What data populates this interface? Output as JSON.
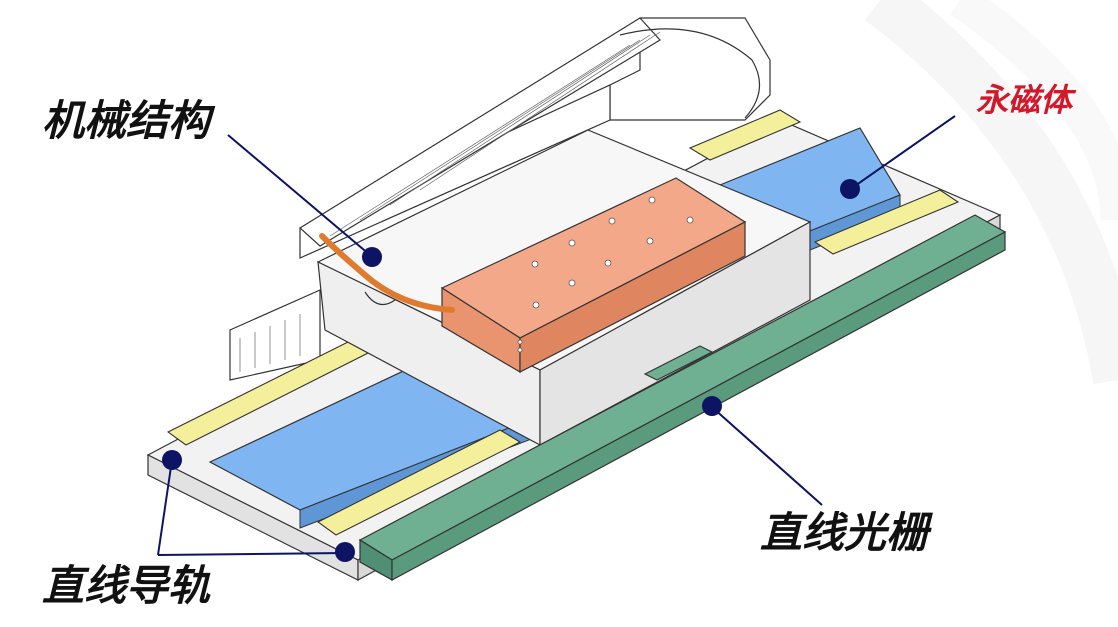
{
  "labels": {
    "mechanical_structure": "机械结构",
    "permanent_magnet": "永磁体",
    "linear_grating": "直线光栅",
    "linear_guide": "直线导轨"
  },
  "colors": {
    "magnet": "#7fb6f2",
    "rail": "#f3ef9a",
    "grating": "#6fb092",
    "carriage_top": "#f4a88a",
    "callout_dot": "#0c1463",
    "accent_text": "#d4182b"
  }
}
